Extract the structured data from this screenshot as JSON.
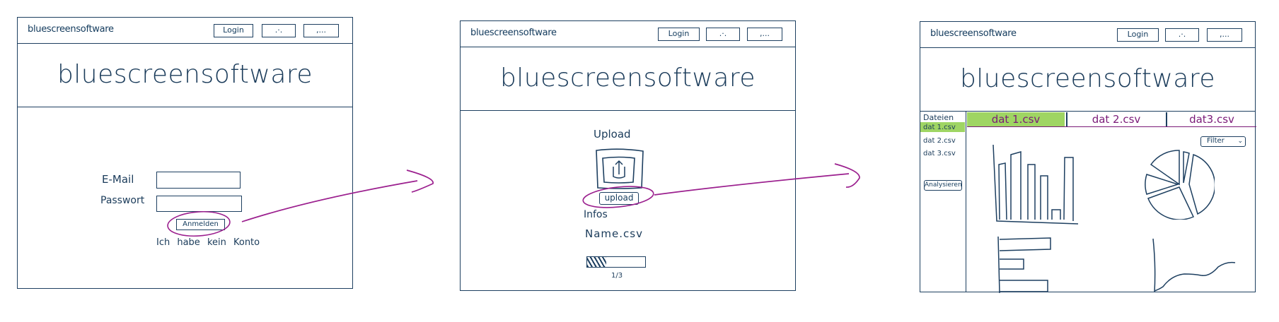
{
  "brand": {
    "small": "bluescreensoftware",
    "large": "bluescreensoftware"
  },
  "nav": {
    "login": "Login",
    "btn2": ".·.",
    "btn3": ",..."
  },
  "screen1": {
    "email_label": "E-Mail",
    "password_label": "Passwort",
    "submit_label": "Anmelden",
    "no_account": "Ich habe kein Konto"
  },
  "screen2": {
    "upload_heading": "Upload",
    "upload_button": "upload",
    "infos_label": "Infos",
    "file_name": "Name.csv",
    "progress_text": "1/3",
    "progress_fraction": 0.33
  },
  "screen3": {
    "sidebar_title": "Dateien",
    "files": [
      "dat 1.csv",
      "dat 2.csv",
      "dat 3.csv"
    ],
    "analyze_button": "Analysieren",
    "tabs": [
      "dat 1.csv",
      "dat 2.csv",
      "dat3.csv"
    ],
    "filter_label": "Filter"
  },
  "colors": {
    "ink": "#1d3f60",
    "annotation": "#9b1f8e",
    "active_tab": "#9fd563"
  }
}
